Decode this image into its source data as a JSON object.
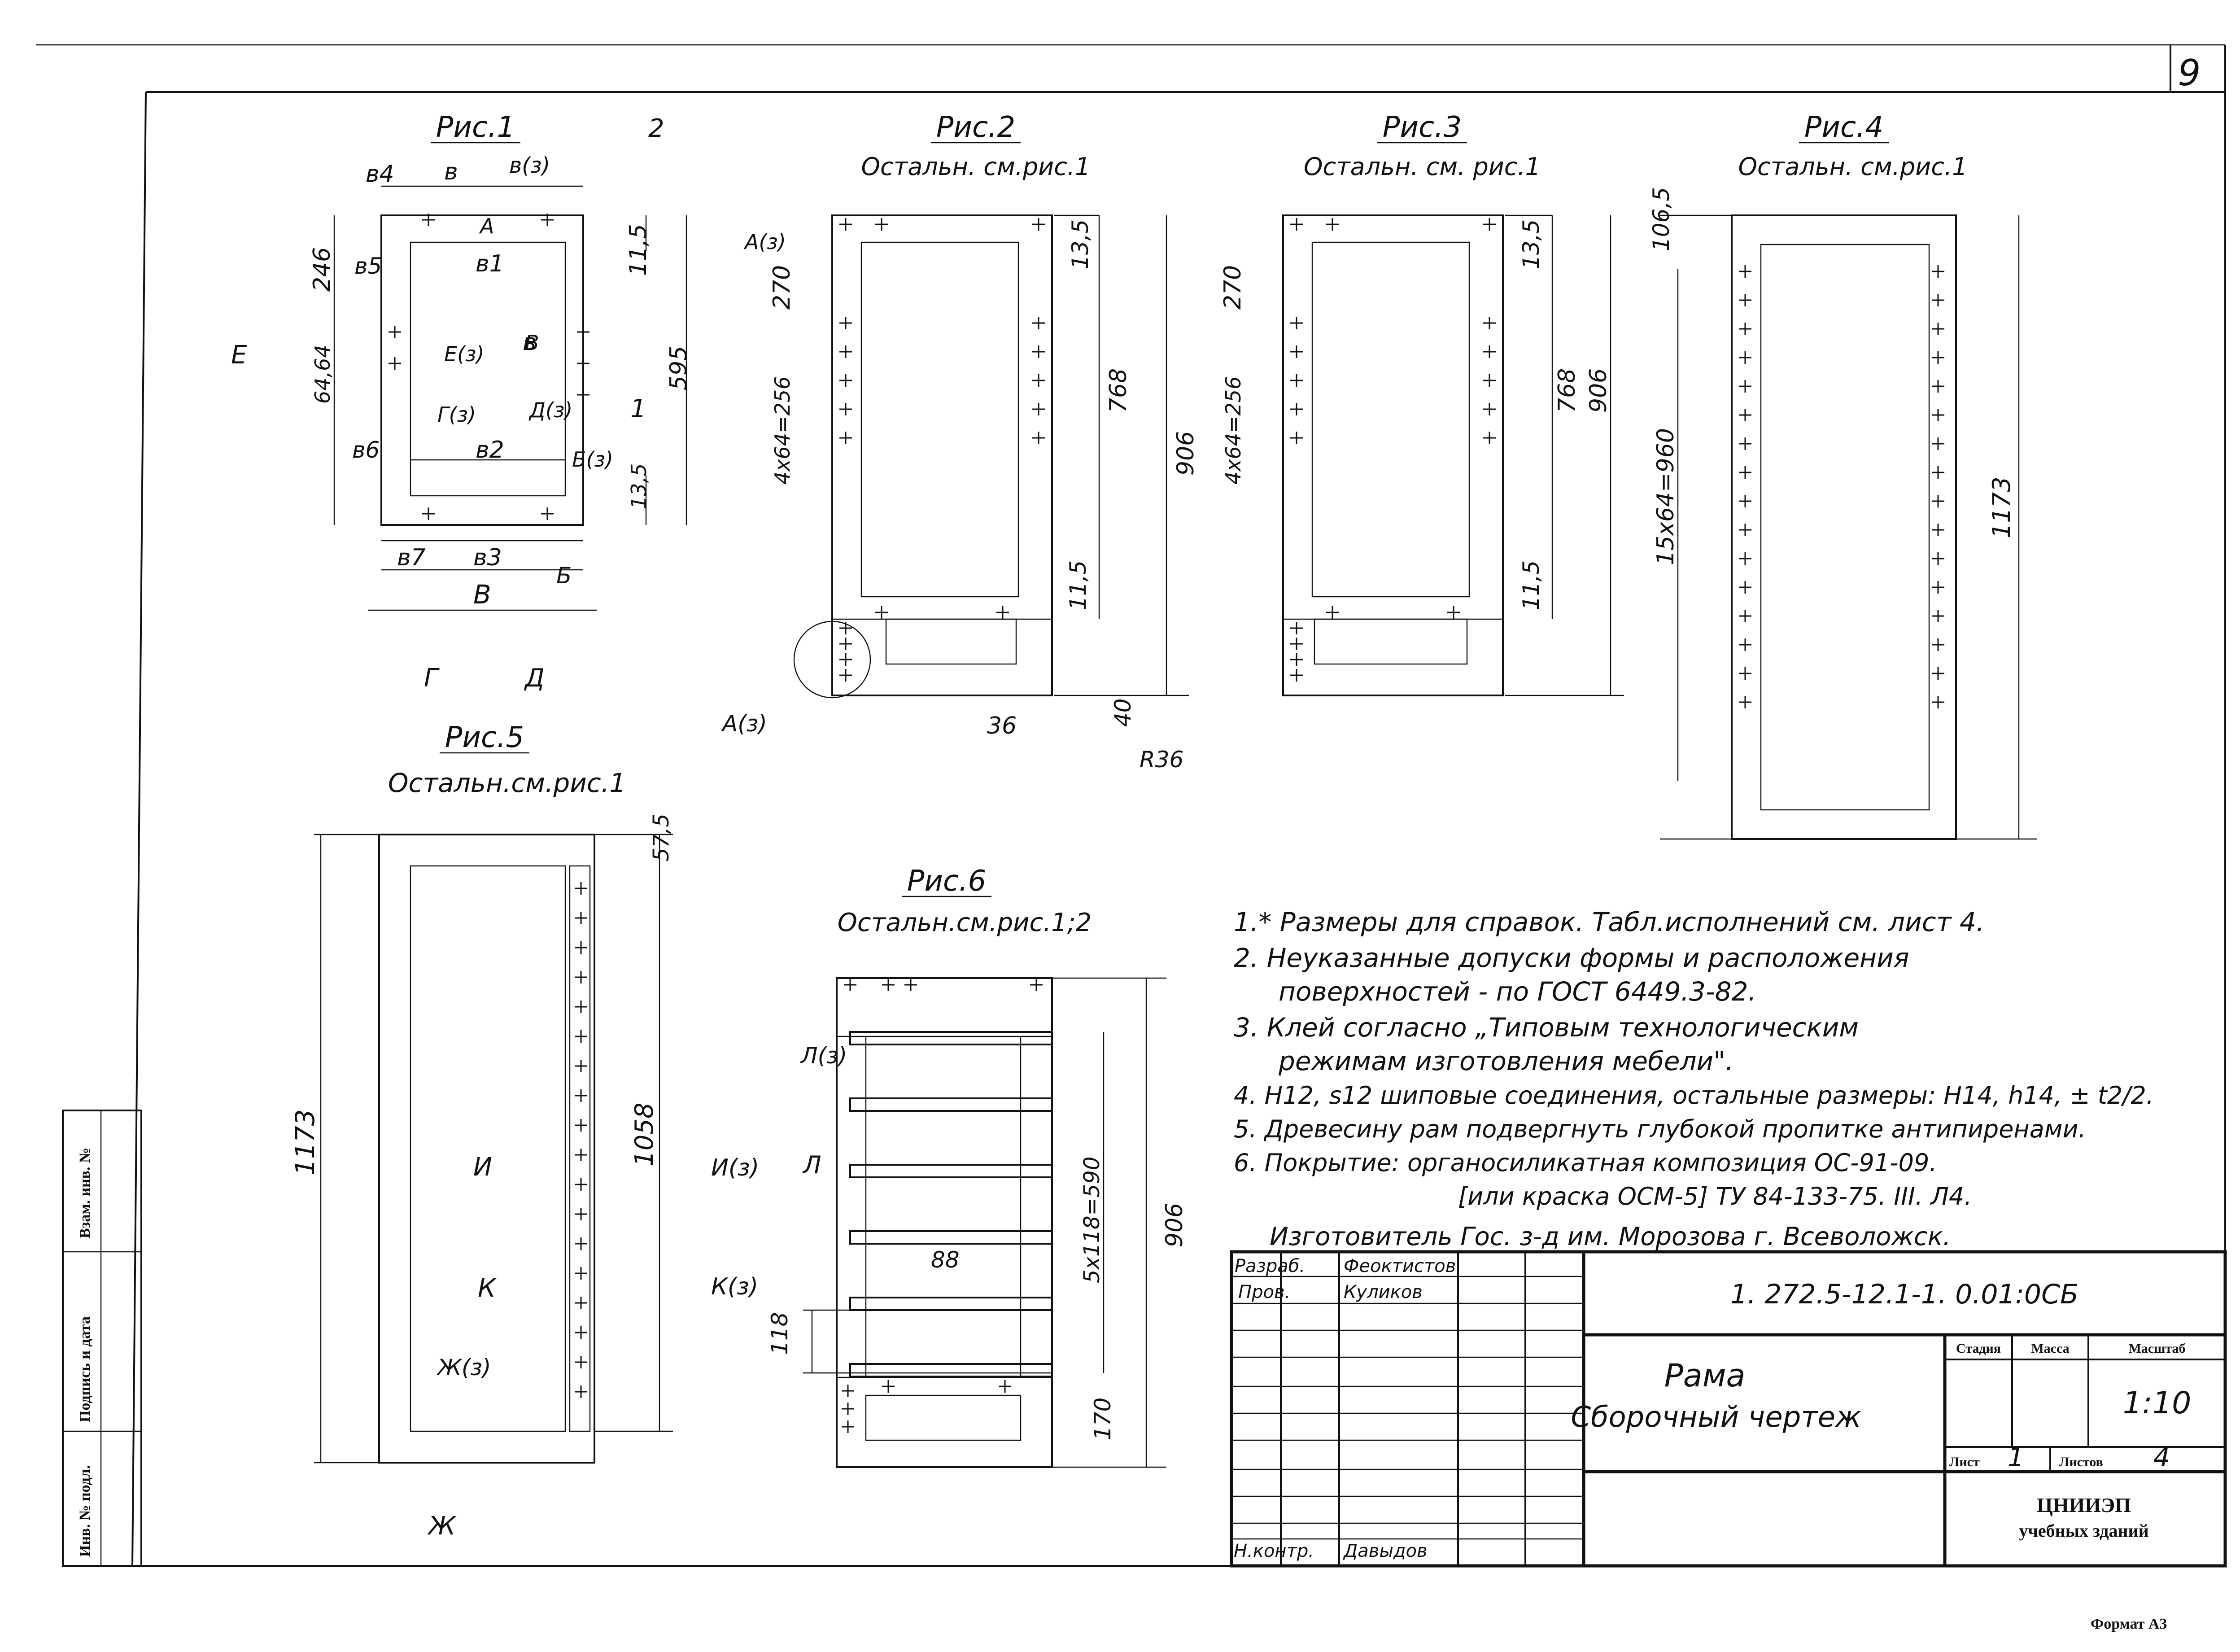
{
  "sheet": {
    "sheet_number": "9",
    "format_label": "Формат А3"
  },
  "side_stamp": {
    "inv_podl": "Инв. № подл.",
    "sign_date": "Подпись и дата",
    "vzam_inv": "Взам. инв. №"
  },
  "figures": {
    "fig1": {
      "title": "Рис.1",
      "dims": [
        "в4",
        "в",
        "в(з)",
        "2",
        "А",
        "11,5",
        "246",
        "в5",
        "в1",
        "Е",
        "в",
        "64,64",
        "Е(з)",
        "В",
        "595",
        "Г(з)",
        "Д(з)",
        "1",
        "в6",
        "в2",
        "Б(з)",
        "13,5",
        "в7",
        "в3",
        "Б",
        "В",
        "Г",
        "Д"
      ]
    },
    "fig2": {
      "title": "Рис.2",
      "subtitle": "Остальн. см.рис.1",
      "dims": [
        "А(з)",
        "270",
        "13,5",
        "4х64=256",
        "768",
        "906",
        "11,5",
        "А(з)",
        "36",
        "40",
        "R36"
      ]
    },
    "fig3": {
      "title": "Рис.3",
      "subtitle": "Остальн. см. рис.1",
      "dims": [
        "270",
        "13,5",
        "4х64=256",
        "768",
        "906",
        "11,5"
      ]
    },
    "fig4": {
      "title": "Рис.4",
      "subtitle": "Остальн. см.рис.1",
      "dims": [
        "106,5",
        "15х64=960",
        "1173"
      ]
    },
    "fig5": {
      "title": "Рис.5",
      "subtitle": "Остальн.см.рис.1",
      "dims": [
        "57,5",
        "1173",
        "1058",
        "И",
        "И(з)",
        "К",
        "К(з)",
        "Ж(з)",
        "Ж"
      ]
    },
    "fig6": {
      "title": "Рис.6",
      "subtitle": "Остальн.см.рис.1;2",
      "dims": [
        "Л(з)",
        "Л",
        "5х118=590",
        "906",
        "88",
        "118",
        "170"
      ]
    }
  },
  "notes": [
    "1.* Размеры для справок. Табл.исполнений см. лист 4.",
    "2. Неуказанные допуски формы и расположения",
    "поверхностей - по ГОСТ 6449.3-82.",
    "3. Клей согласно „Типовым технологическим",
    "режимам изготовления мебели\".",
    "4. Н12, s12 шиповые соединения, остальные размеры: Н14, h14, ± t2/2.",
    "5. Древесину рам подвергнуть глубокой пропитке антипиренами.",
    "6. Покрытие: органосиликатная композиция ОС-91-09.",
    "[или краска ОСМ-5] ТУ 84-133-75. III. Л4.",
    "Изготовитель Гос. з-д им. Морозова г. Всеволожск."
  ],
  "title_block": {
    "row_razrab_label": "Разраб.",
    "row_razrab_name": "Феоктистов",
    "row_prov_label": "Пров.",
    "row_prov_name": "Куликов",
    "row_nkontr_label": "Н.контр.",
    "row_nkontr_name": "Давыдов",
    "designation": "1. 272.5-12.1-1. 0.01:0СБ",
    "name_line1": "Рама",
    "name_line2": "Сборочный чертеж",
    "stage_label": "Стадия",
    "mass_label": "Масса",
    "scale_label": "Масштаб",
    "scale_value": "1:10",
    "sheet_label": "Лист",
    "sheet_value": "1",
    "sheets_label": "Листов",
    "sheets_value": "4",
    "org_line1": "ЦНИИЭП",
    "org_line2": "учебных зданий"
  }
}
